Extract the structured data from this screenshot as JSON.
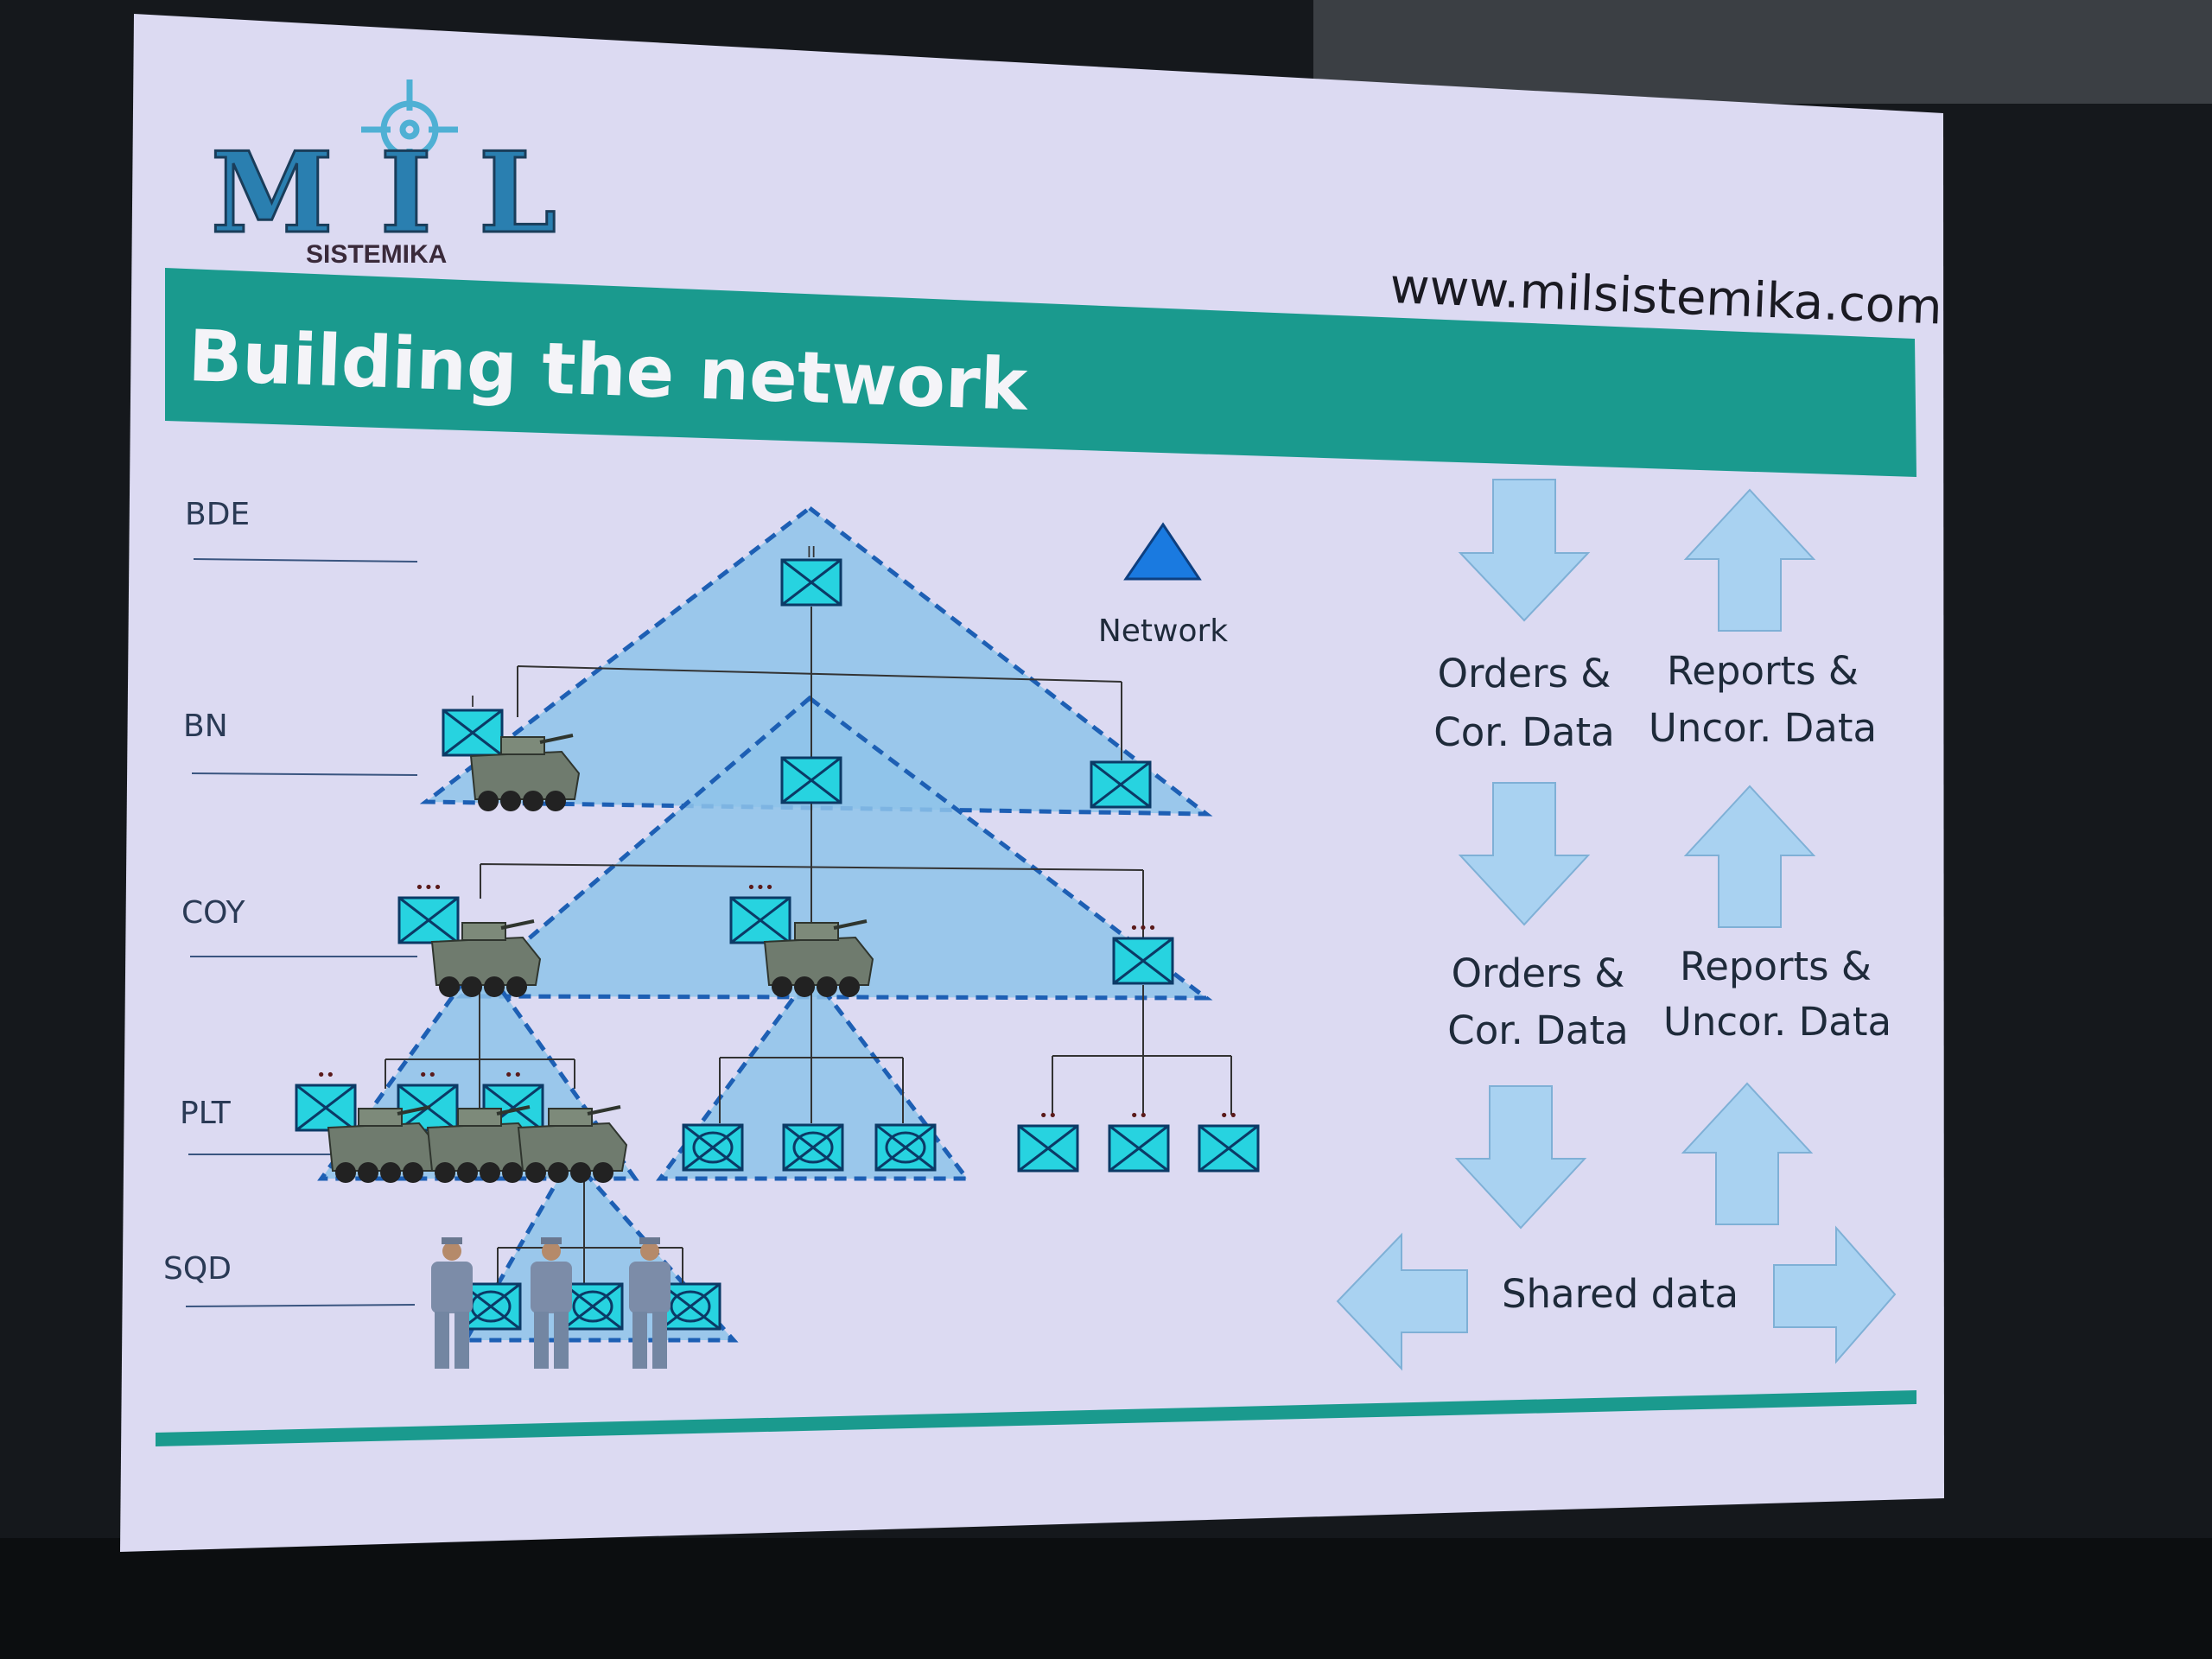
{
  "slide": {
    "logo": {
      "wordmark": "MIL",
      "subtitle": "SISTEMIKA"
    },
    "url": "www.milsistemika.com",
    "title": "Building the network",
    "levels": [
      "BDE",
      "BN",
      "COY",
      "PLT",
      "SQD"
    ],
    "legend": {
      "label": "Network"
    },
    "echelon_marks": {
      "bde": "II",
      "bn": "I",
      "coy": "•••",
      "plt": "••"
    },
    "flows": [
      {
        "direction": "down",
        "line1": "Orders &",
        "line2": "Cor. Data"
      },
      {
        "direction": "up",
        "line1": "Reports &",
        "line2": "Uncor. Data"
      },
      {
        "direction": "down",
        "line1": "Orders &",
        "line2": "Cor. Data"
      },
      {
        "direction": "up",
        "line1": "Reports &",
        "line2": "Uncor. Data"
      }
    ],
    "shared": "Shared data",
    "colors": {
      "teal": "#1a9a8e",
      "box": "#27d3e0",
      "triangle": "#8ec3ea",
      "dash": "#1d5fb4",
      "logo": "#2a7fb0"
    }
  }
}
